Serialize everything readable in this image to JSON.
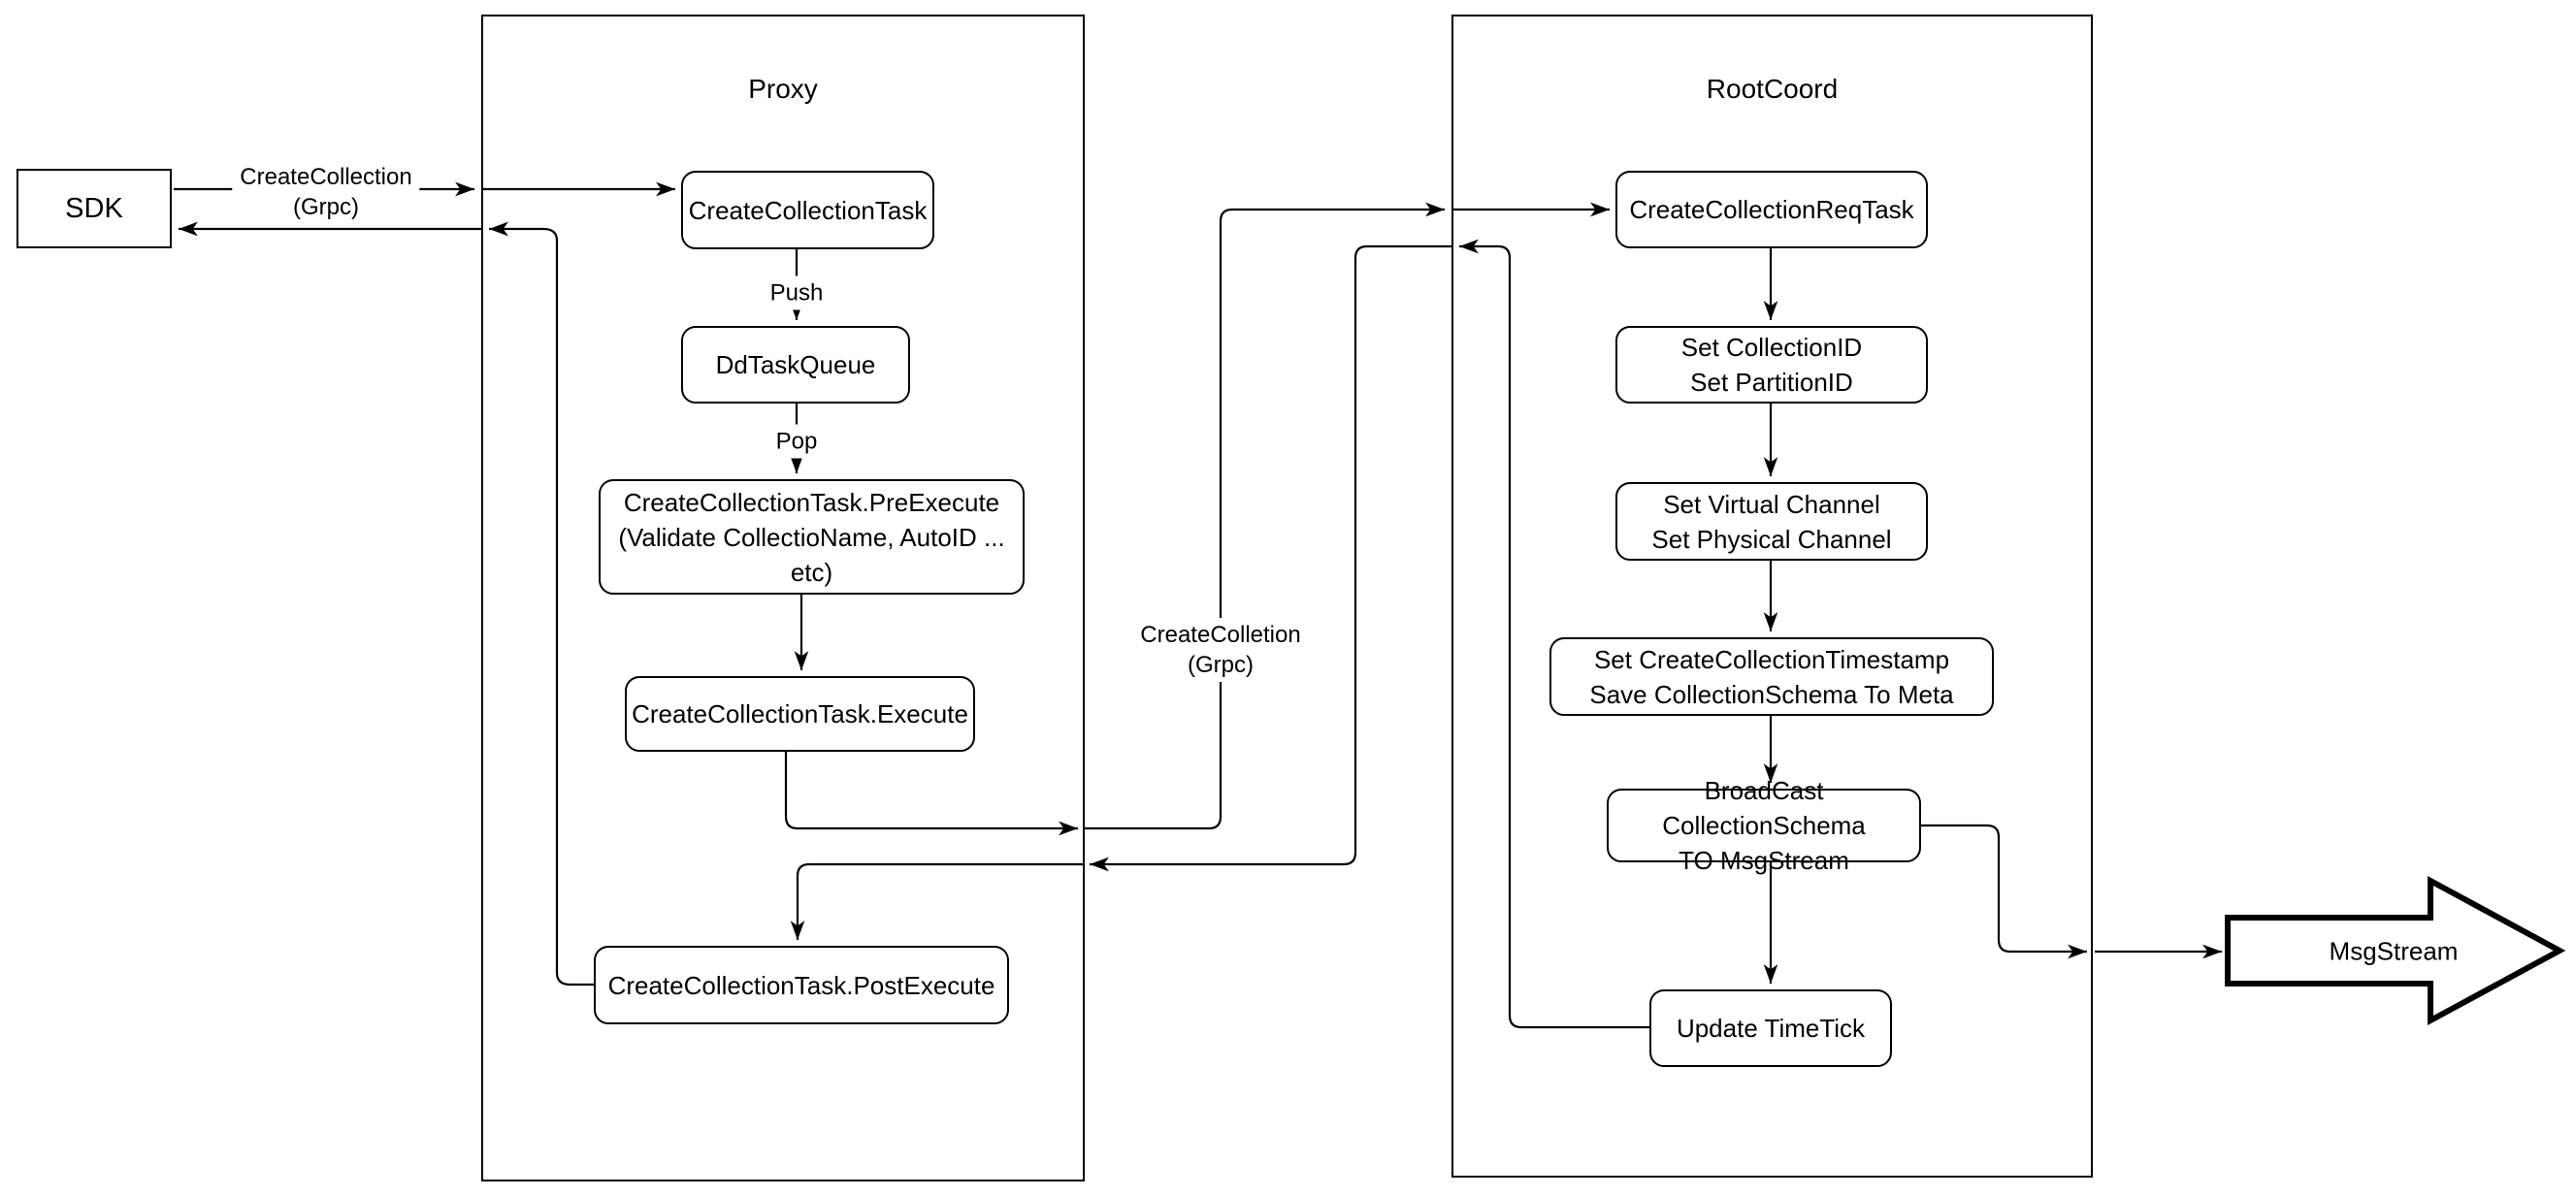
{
  "colors": {
    "stroke": "#000000",
    "node_fill": "#ffffff",
    "background": "#ffffff"
  },
  "containers": {
    "proxy": {
      "title": "Proxy"
    },
    "rootcoord": {
      "title": "RootCoord"
    }
  },
  "nodes": {
    "sdk": {
      "label": "SDK"
    },
    "create_collection_task": {
      "label": "CreateCollectionTask"
    },
    "dd_task_queue": {
      "label": "DdTaskQueue"
    },
    "pre_execute": {
      "label": "CreateCollectionTask.PreExecute\n(Validate CollectioName, AutoID ... etc)"
    },
    "execute": {
      "label": "CreateCollectionTask.Execute"
    },
    "post_execute": {
      "label": "CreateCollectionTask.PostExecute"
    },
    "req_task": {
      "label": "CreateCollectionReqTask"
    },
    "set_ids": {
      "label": "Set CollectionID\nSet PartitionID"
    },
    "set_channels": {
      "label": "Set Virtual Channel\nSet Physical Channel"
    },
    "set_timestamp": {
      "label": "Set CreateCollectionTimestamp\nSave CollectionSchema To Meta"
    },
    "broadcast": {
      "label": "BroadCast CollectionSchema\nTO MsgStream"
    },
    "update_timetick": {
      "label": "Update TimeTick"
    },
    "msg_stream": {
      "label": "MsgStream"
    }
  },
  "edge_labels": {
    "sdk_to_proxy": {
      "label": "CreateCollection\n(Grpc)"
    },
    "push": {
      "label": "Push"
    },
    "pop": {
      "label": "Pop"
    },
    "proxy_to_rootcoord": {
      "label": "CreateColletion\n(Grpc)"
    }
  }
}
